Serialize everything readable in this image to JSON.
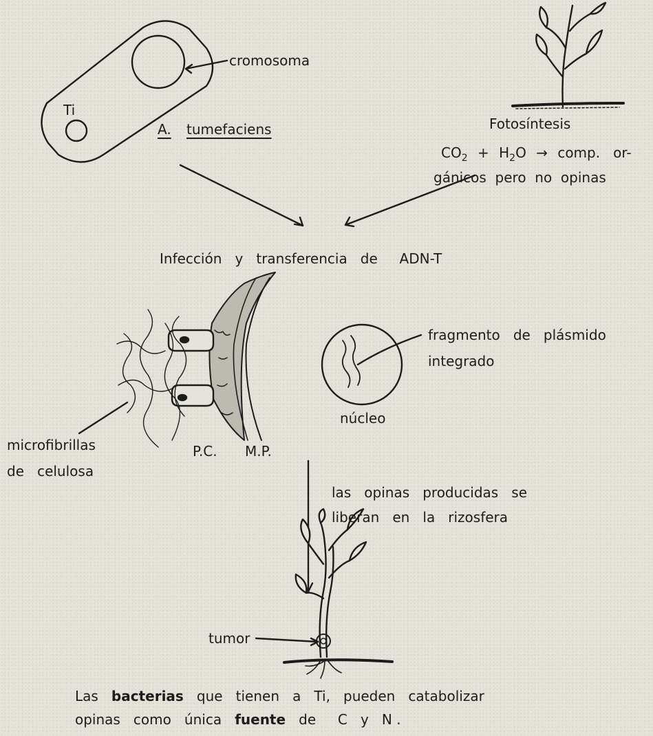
{
  "labels": {
    "ti": "Ti",
    "cromosoma": "cromosoma",
    "species_a": "A.",
    "species_b": "tumefaciens",
    "fotosintesis": "Fotosíntesis",
    "eq_co2": "CO",
    "eq_co2_sub": "2",
    "eq_plus": "+",
    "eq_h2o": "H",
    "eq_h2o_sub": "2",
    "eq_h2o_o": "O",
    "eq_arrow": "→",
    "eq_rest_1": "comp.   or-",
    "eq_rest_2": "gánicos  pero  no  opinas",
    "infeccion": "Infección   y   transferencia   de     ADN-T",
    "fragmento_1": "fragmento   de   plásmido",
    "fragmento_2": "integrado",
    "nucleo": "núcleo",
    "microfibrillas": "microfibrillas",
    "de_celulosa": "de   celulosa",
    "pc": "P.C.",
    "mp": "M.P.",
    "opinas_1": "las   opinas   producidas   se",
    "opinas_2": "liberan   en   la   rizosfera",
    "tumor": "tumor",
    "bottom_1a": "Las",
    "bottom_1b": "bacterias",
    "bottom_1c": "que   tienen   a   Ti,   pueden   catabolizar",
    "bottom_2a": "opinas   como   única",
    "bottom_2b": "fuente",
    "bottom_2c": "de     C   y   N ."
  }
}
